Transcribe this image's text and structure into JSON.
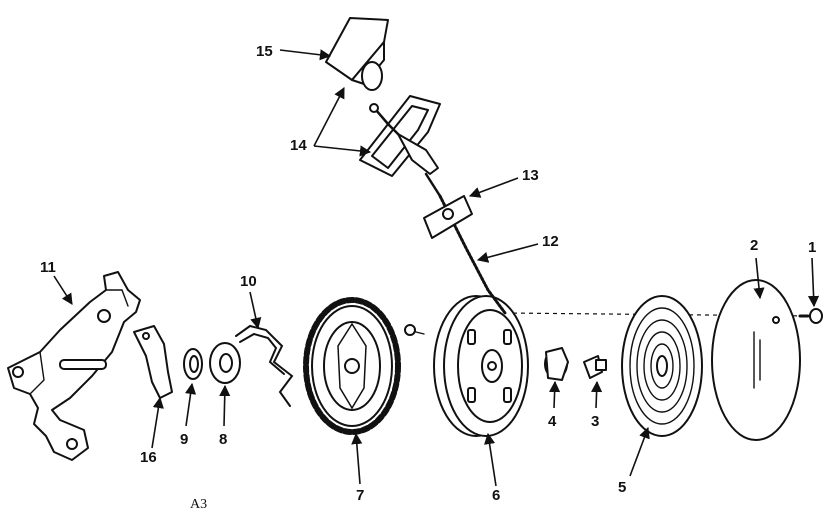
{
  "diagram": {
    "code": "A3",
    "colors": {
      "ink": "#111111",
      "paper": "#ffffff"
    },
    "parts": [
      {
        "id": "p1",
        "label": "1"
      },
      {
        "id": "p2",
        "label": "2"
      },
      {
        "id": "p3",
        "label": "3"
      },
      {
        "id": "p4",
        "label": "4"
      },
      {
        "id": "p5",
        "label": "5"
      },
      {
        "id": "p6",
        "label": "6"
      },
      {
        "id": "p7",
        "label": "7"
      },
      {
        "id": "p8",
        "label": "8"
      },
      {
        "id": "p9",
        "label": "9"
      },
      {
        "id": "p10",
        "label": "10"
      },
      {
        "id": "p11",
        "label": "11"
      },
      {
        "id": "p12",
        "label": "12"
      },
      {
        "id": "p13",
        "label": "13"
      },
      {
        "id": "p14",
        "label": "14"
      },
      {
        "id": "p15",
        "label": "15"
      },
      {
        "id": "p16",
        "label": "16"
      }
    ]
  }
}
